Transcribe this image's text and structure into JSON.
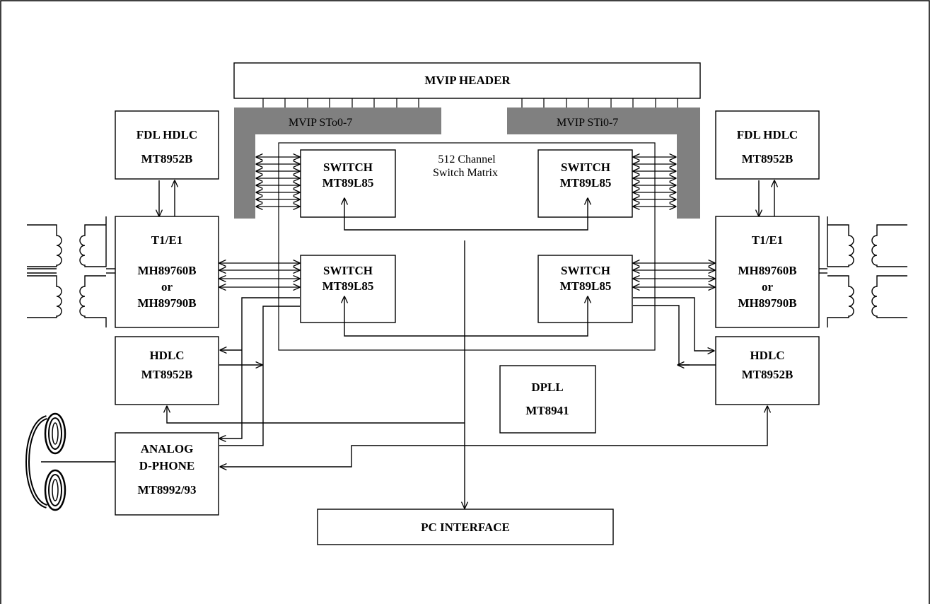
{
  "diagram": {
    "mvip_header": "MVIP HEADER",
    "mvip_sto": "MVIP STo0-7",
    "mvip_sti": "MVIP STi0-7",
    "matrix_label_line1": "512 Channel",
    "matrix_label_line2": "Switch Matrix",
    "fdl_left": {
      "line1": "FDL HDLC",
      "line2": "MT8952B"
    },
    "fdl_right": {
      "line1": "FDL HDLC",
      "line2": "MT8952B"
    },
    "t1e1_left": {
      "line1": "T1/E1",
      "line2": "MH89760B",
      "line3": "or",
      "line4": "MH89790B"
    },
    "t1e1_right": {
      "line1": "T1/E1",
      "line2": "MH89760B",
      "line3": "or",
      "line4": "MH89790B"
    },
    "switch_tl": {
      "line1": "SWITCH",
      "line2": "MT89L85"
    },
    "switch_tr": {
      "line1": "SWITCH",
      "line2": "MT89L85"
    },
    "switch_bl": {
      "line1": "SWITCH",
      "line2": "MT89L85"
    },
    "switch_br": {
      "line1": "SWITCH",
      "line2": "MT89L85"
    },
    "hdlc_left": {
      "line1": "HDLC",
      "line2": "MT8952B"
    },
    "hdlc_right": {
      "line1": "HDLC",
      "line2": "MT8952B"
    },
    "dpll": {
      "line1": "DPLL",
      "line2": "MT8941"
    },
    "analog": {
      "line1": "ANALOG",
      "line2": "D-PHONE",
      "line3": "MT8992/93"
    },
    "pc_interface": "PC INTERFACE"
  }
}
